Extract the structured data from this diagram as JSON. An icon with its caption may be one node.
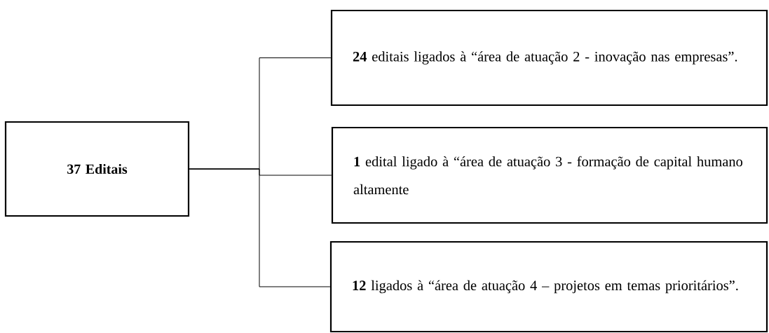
{
  "diagram": {
    "nodes": [
      {
        "text": [
          "37 Editais"
        ]
      },
      {
        "text": [
          "**24** editais ligados à “área de atuação 2 - inovação nas empresas”."
        ]
      },
      {
        "text": [
          "**1** edital ligado à “área de atuação 3 - formação de capital humano altamente"
        ]
      },
      {
        "text": [
          "**12** ligados à “área de atuação 4 – projetos em temas prioritários”."
        ]
      }
    ],
    "edges": [
      {
        "from": 0,
        "to": 1,
        "arrow": "none"
      },
      {
        "from": 0,
        "to": 2,
        "arrow": "none"
      },
      {
        "from": 0,
        "to": 3,
        "arrow": "none"
      }
    ]
  }
}
